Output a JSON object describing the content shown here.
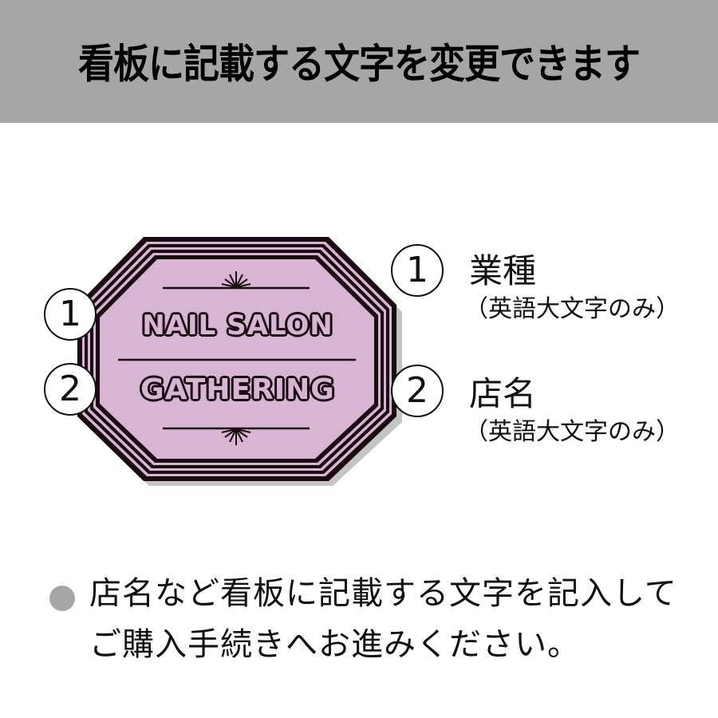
{
  "header": {
    "title": "看板に記載する文字を変更できます",
    "background": "#a6a6a6"
  },
  "sign": {
    "shape": "octagon",
    "fill_color": "#d9b5d4",
    "border_color": "#1a0a12",
    "line1": "NAIL SALON",
    "line2": "GATHERING",
    "ornament": "starburst-icon"
  },
  "badges": {
    "one": "1",
    "two": "2"
  },
  "legend": [
    {
      "number": "1",
      "title": "業種",
      "subtitle": "（英語大文字のみ）"
    },
    {
      "number": "2",
      "title": "店名",
      "subtitle": "（英語大文字のみ）"
    }
  ],
  "note": {
    "bullet_color": "#a6a6a6",
    "line1": "店名など看板に記載する文字を記入して",
    "line2": "ご購入手続きへお進みください。"
  }
}
